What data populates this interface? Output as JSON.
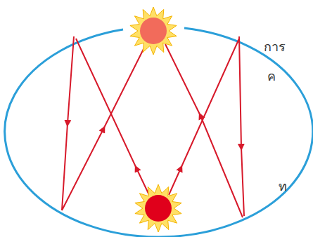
{
  "diagram": {
    "labels": [
      "การ",
      "ค",
      "ท"
    ]
  }
}
